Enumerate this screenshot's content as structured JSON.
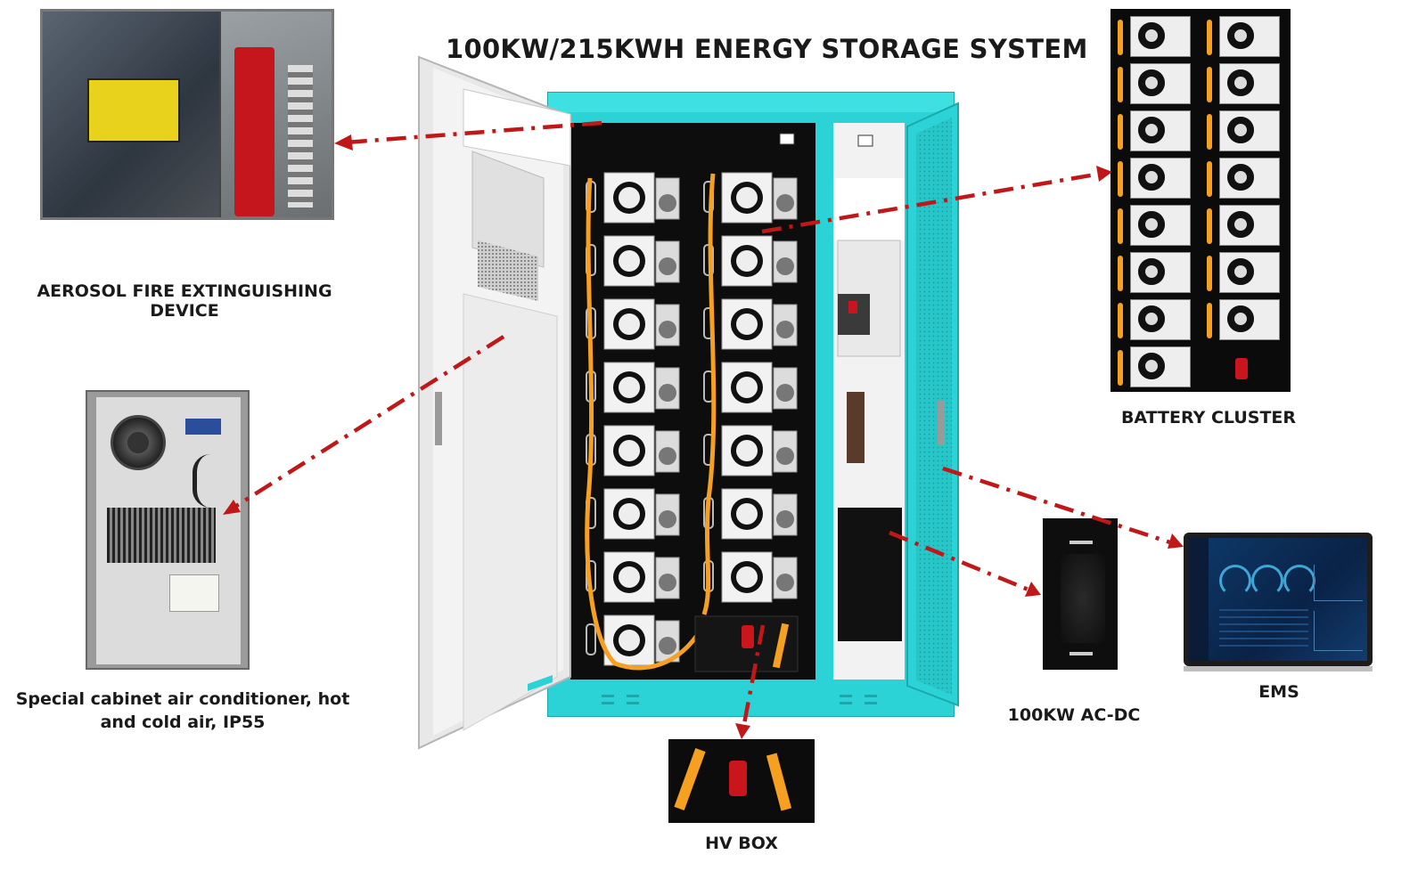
{
  "title": "100KW/215KWH ENERGY STORAGE SYSTEM",
  "labels": {
    "aerosol": "AEROSOL FIRE EXTINGUISHING DEVICE",
    "aircon_line1": "Special cabinet air conditioner, hot",
    "aircon_line2": "and cold air, IP55",
    "battery_cluster": "BATTERY CLUSTER",
    "acdc": "100KW AC-DC",
    "ems": "EMS",
    "hvbox": "HV BOX"
  },
  "colors": {
    "cabinet": "#2cd3d6",
    "arrow": "#c01818",
    "module": "#f2f2f2",
    "cable": "#f5a020",
    "dark": "#0d0d0d"
  }
}
